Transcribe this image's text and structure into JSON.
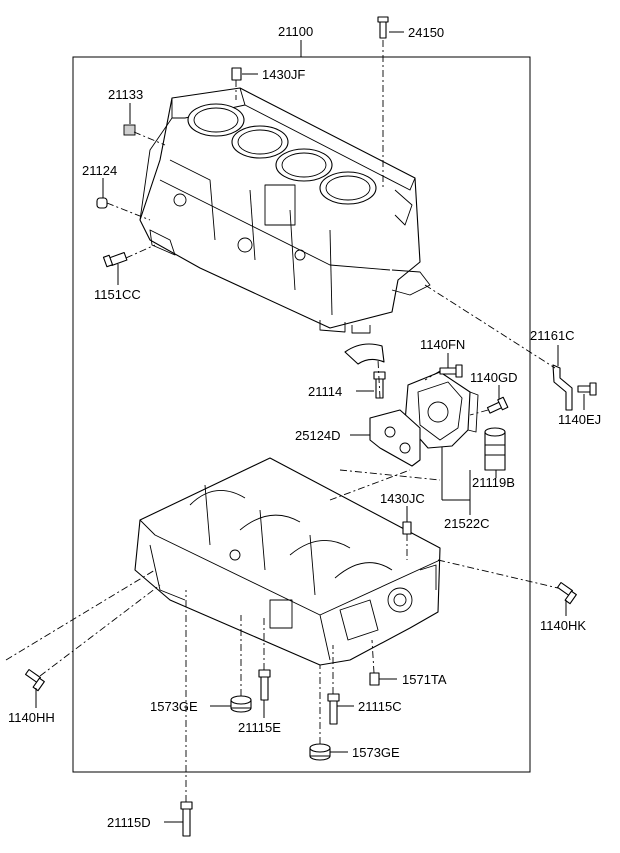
{
  "diagram": {
    "labels": {
      "l_21100": "21100",
      "l_24150": "24150",
      "l_1430JF": "1430JF",
      "l_21133": "21133",
      "l_21124": "21124",
      "l_1151CC": "1151CC",
      "l_21161C": "21161C",
      "l_1140EJ": "1140EJ",
      "l_1140FN": "1140FN",
      "l_1140GD": "1140GD",
      "l_21114": "21114",
      "l_25124D": "25124D",
      "l_21119B": "21119B",
      "l_1430JC": "1430JC",
      "l_21522C": "21522C",
      "l_1140HK": "1140HK",
      "l_1140HH": "1140HH",
      "l_1571TA": "1571TA",
      "l_1573GE_a": "1573GE",
      "l_21115E": "21115E",
      "l_21115C": "21115C",
      "l_1573GE_b": "1573GE",
      "l_21115D": "21115D"
    }
  }
}
